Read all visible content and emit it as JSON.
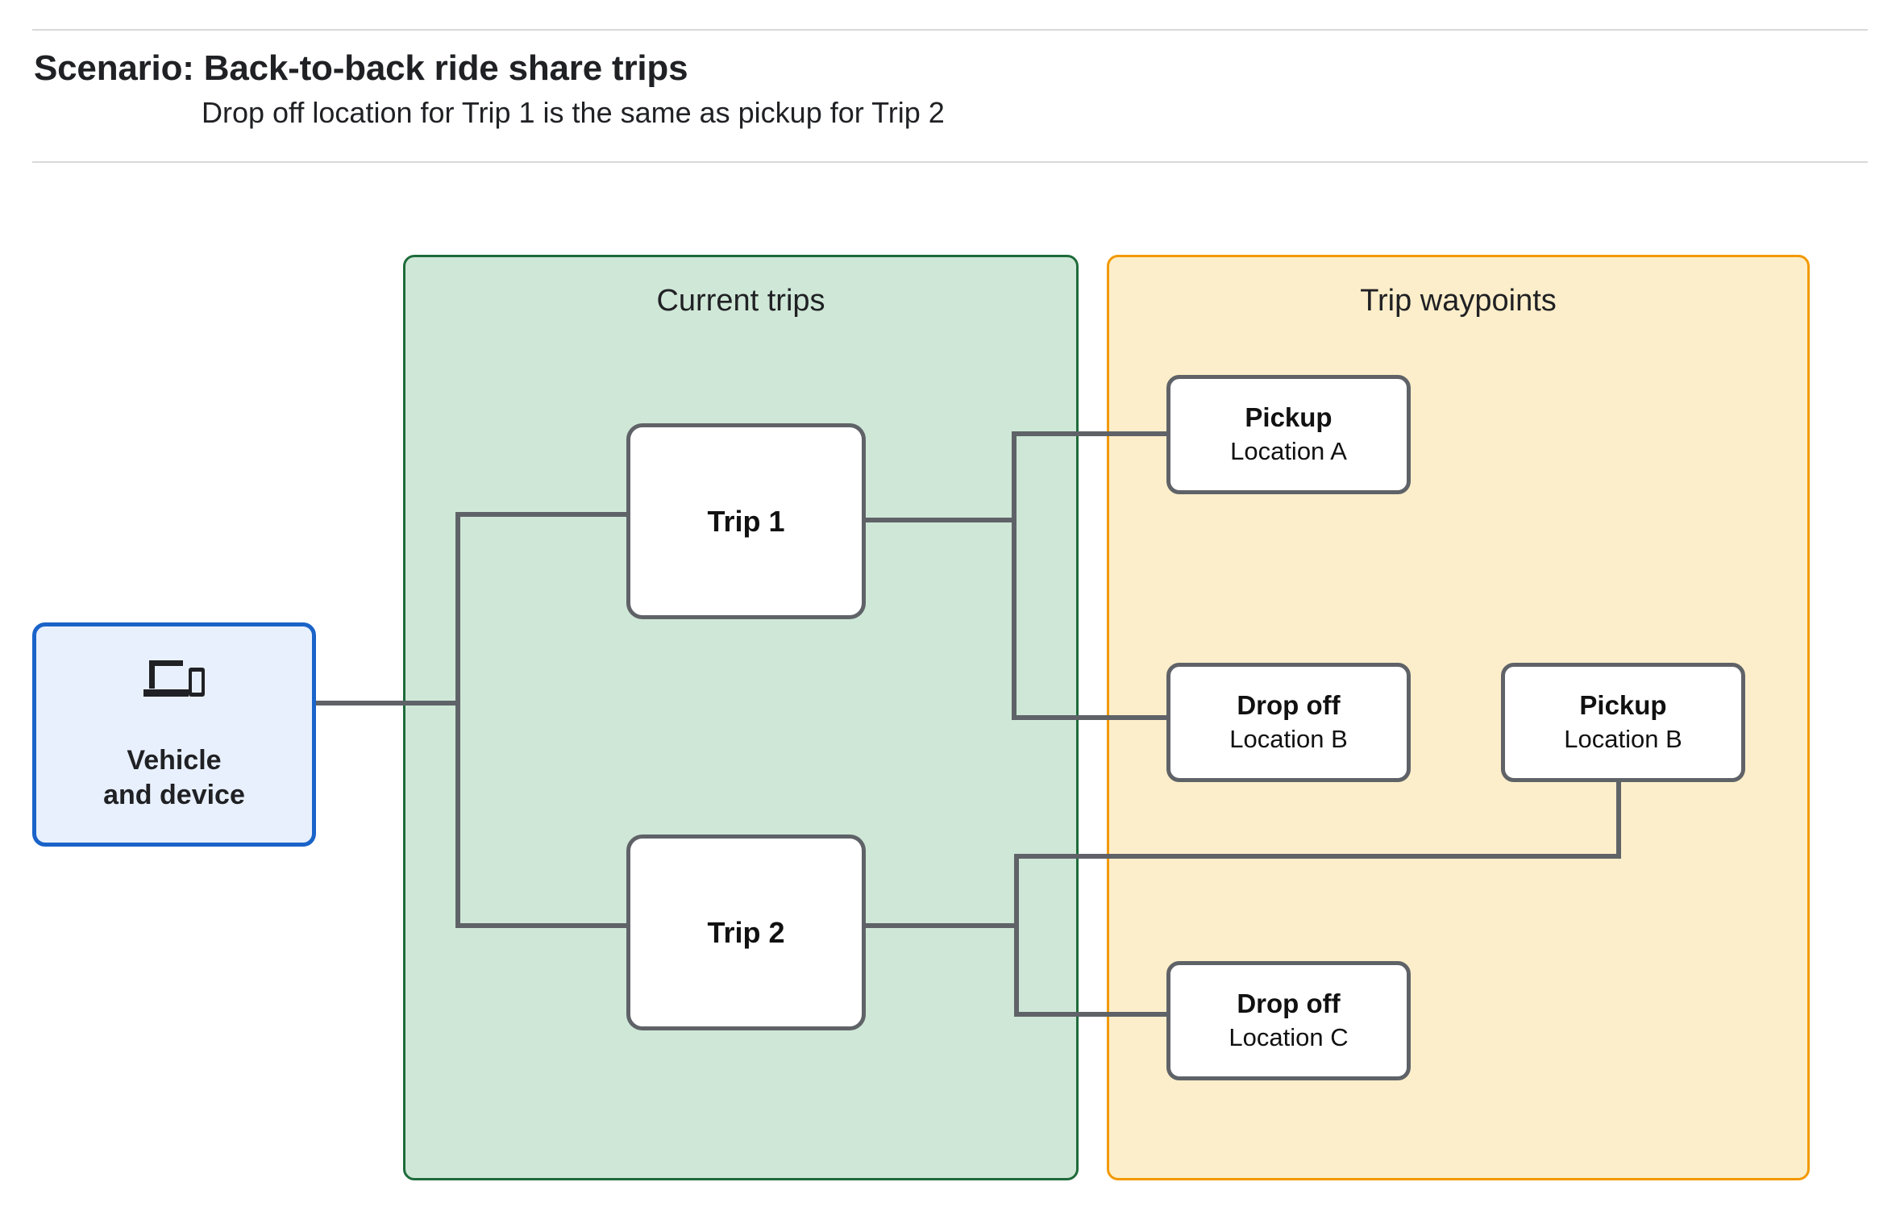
{
  "header": {
    "title": "Scenario: Back-to-back ride share trips",
    "subtitle": "Drop off  location for Trip 1 is the same as pickup for Trip 2"
  },
  "groups": {
    "current_trips": {
      "title": "Current trips",
      "fill": "#cfe7d7",
      "border": "#1e6b3a"
    },
    "trip_waypoints": {
      "title": "Trip waypoints",
      "fill": "#fceeca",
      "border": "#f29900"
    }
  },
  "nodes": {
    "vehicle": {
      "title": "Vehicle\nand device",
      "icon": "devices-icon",
      "fill": "#e8f0fe",
      "border": "#1a63c9"
    },
    "trip_1": {
      "title": "Trip 1"
    },
    "trip_2": {
      "title": "Trip 2"
    },
    "pickup_a": {
      "title": "Pickup",
      "sub": "Location A"
    },
    "dropoff_b": {
      "title": "Drop off",
      "sub": "Location B"
    },
    "pickup_b": {
      "title": "Pickup",
      "sub": "Location B"
    },
    "dropoff_c": {
      "title": "Drop off",
      "sub": "Location C"
    }
  },
  "edges": [
    {
      "from": "vehicle",
      "to": "trip_1"
    },
    {
      "from": "vehicle",
      "to": "trip_2"
    },
    {
      "from": "trip_1",
      "to": "pickup_a"
    },
    {
      "from": "trip_1",
      "to": "dropoff_b"
    },
    {
      "from": "trip_2",
      "to": "pickup_b"
    },
    {
      "from": "trip_2",
      "to": "dropoff_c"
    }
  ],
  "colors": {
    "connector": "#5f6368",
    "node_border": "#5f6368",
    "rule": "#d9d9d9",
    "text": "#202124"
  }
}
